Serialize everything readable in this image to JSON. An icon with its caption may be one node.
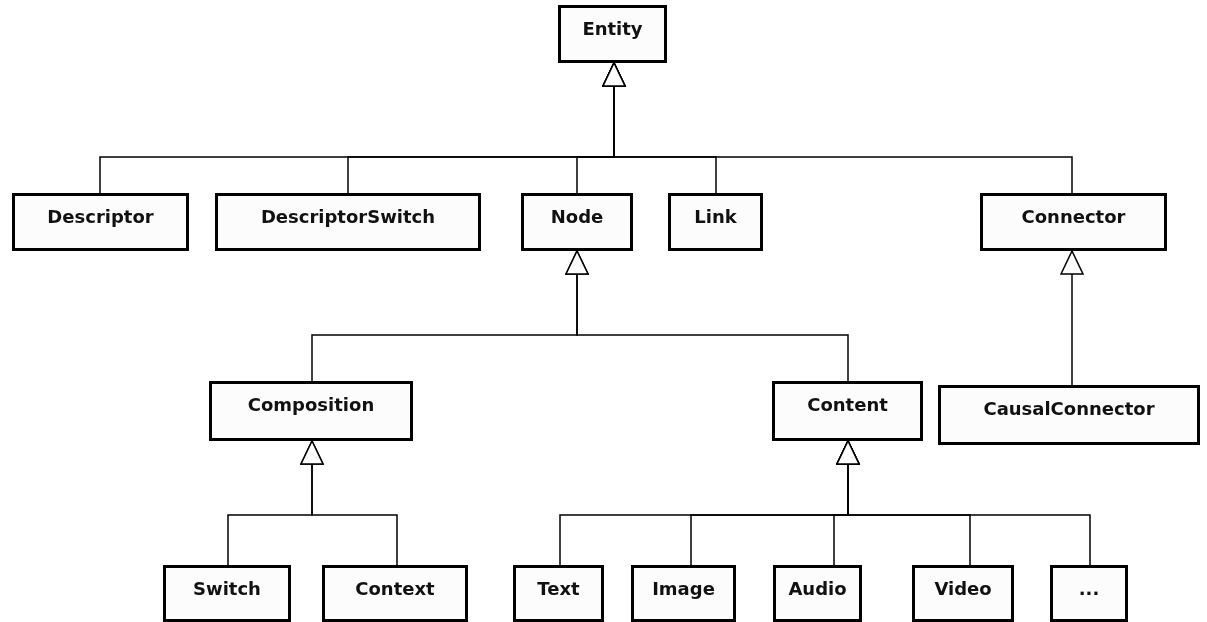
{
  "diagram": {
    "nodes": [
      {
        "text": [
          "Entity"
        ]
      },
      {
        "text": [
          "Descriptor"
        ]
      },
      {
        "text": [
          "DescriptorSwitch"
        ]
      },
      {
        "text": [
          "Node"
        ]
      },
      {
        "text": [
          "Link"
        ]
      },
      {
        "text": [
          "Connector"
        ]
      },
      {
        "text": [
          "Composition"
        ]
      },
      {
        "text": [
          "Content"
        ]
      },
      {
        "text": [
          "CausalConnector"
        ]
      },
      {
        "text": [
          "Switch"
        ]
      },
      {
        "text": [
          "Context"
        ]
      },
      {
        "text": [
          "Text"
        ]
      },
      {
        "text": [
          "Image"
        ]
      },
      {
        "text": [
          "Audio"
        ]
      },
      {
        "text": [
          "Video"
        ]
      },
      {
        "text": [
          "..."
        ]
      }
    ],
    "edges": [
      {
        "from": 1,
        "to": 0,
        "arrow": "to"
      },
      {
        "from": 2,
        "to": 0,
        "arrow": "to"
      },
      {
        "from": 3,
        "to": 0,
        "arrow": "to"
      },
      {
        "from": 4,
        "to": 0,
        "arrow": "to"
      },
      {
        "from": 5,
        "to": 0,
        "arrow": "to"
      },
      {
        "from": 6,
        "to": 3,
        "arrow": "to"
      },
      {
        "from": 7,
        "to": 3,
        "arrow": "to"
      },
      {
        "from": 8,
        "to": 5,
        "arrow": "to"
      },
      {
        "from": 9,
        "to": 6,
        "arrow": "to"
      },
      {
        "from": 10,
        "to": 6,
        "arrow": "to"
      },
      {
        "from": 11,
        "to": 7,
        "arrow": "to"
      },
      {
        "from": 12,
        "to": 7,
        "arrow": "to"
      },
      {
        "from": 13,
        "to": 7,
        "arrow": "to"
      },
      {
        "from": 14,
        "to": 7,
        "arrow": "to"
      },
      {
        "from": 15,
        "to": 7,
        "arrow": "to"
      }
    ]
  }
}
